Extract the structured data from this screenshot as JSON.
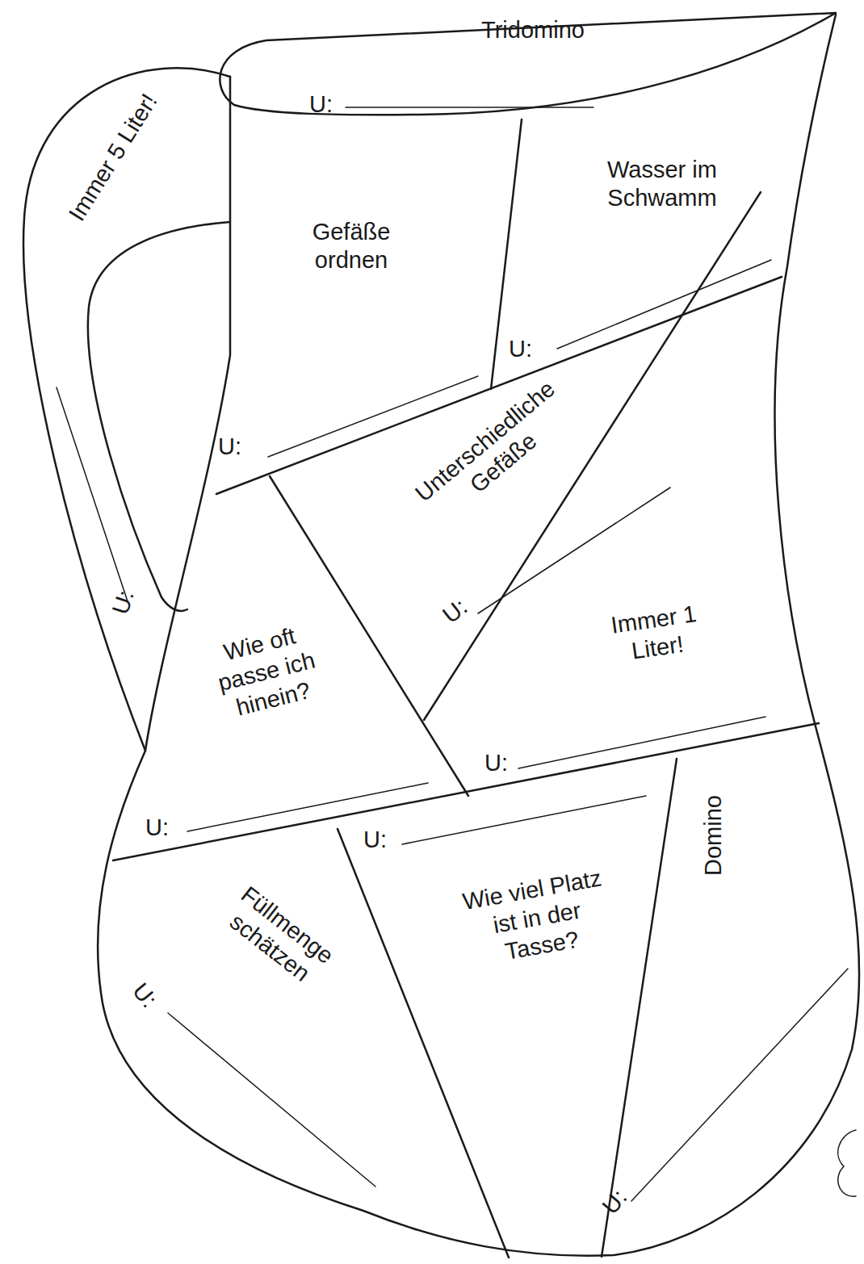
{
  "diagram": {
    "nodes": [
      {
        "text": [
          "Tridomino",
          "U:"
        ]
      },
      {
        "text": [
          "Gefäße ordnen",
          "U:"
        ]
      },
      {
        "text": [
          "Wasser im Schwamm",
          "U:"
        ]
      },
      {
        "text": [
          "Immer 5 Liter!",
          "U:"
        ]
      },
      {
        "text": [
          "Unterschiedliche Gefäße",
          "U:"
        ]
      },
      {
        "text": [
          "Wie oft passe ich hinein?",
          "U:"
        ]
      },
      {
        "text": [
          "Immer 1 Liter!",
          "U:"
        ]
      },
      {
        "text": [
          "Füllmenge schätzen",
          "U:"
        ]
      },
      {
        "text": [
          "Wie viel Platz ist in der Tasse?",
          "U:"
        ]
      },
      {
        "text": [
          "Domino",
          "U:"
        ]
      }
    ]
  }
}
